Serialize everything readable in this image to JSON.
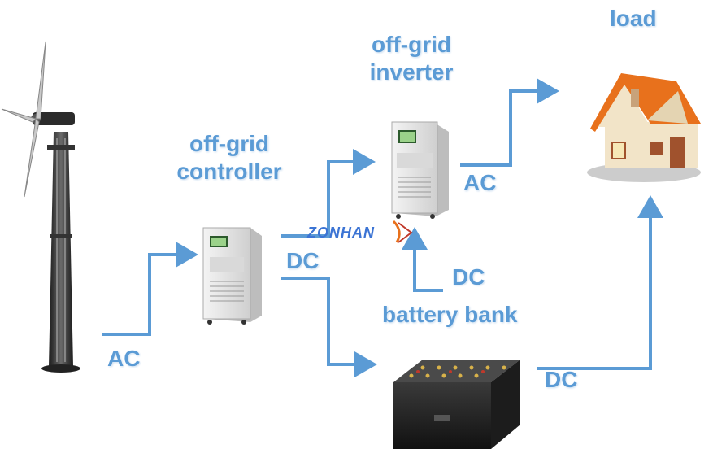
{
  "labels": {
    "load": "load",
    "inverter_line1": "off-grid",
    "inverter_line2": "inverter",
    "controller_line1": "off-grid",
    "controller_line2": "controller",
    "ac_turbine": "AC",
    "dc_controller": "DC",
    "ac_inverter": "AC",
    "dc_battery_to_inverter": "DC",
    "battery_bank": "battery bank",
    "dc_battery_to_load": "DC"
  },
  "watermark": "ZONHAN",
  "colors": {
    "arrow": "#5b9bd5",
    "label": "#5b9bd5",
    "cabinet": "#e4e4e4",
    "roof": "#e8711c",
    "battery": "#2a2a2a"
  },
  "icons": {
    "turbine": "wind-turbine-icon",
    "controller": "cabinet-icon",
    "inverter": "cabinet-icon",
    "battery": "battery-icon",
    "house": "house-icon"
  }
}
